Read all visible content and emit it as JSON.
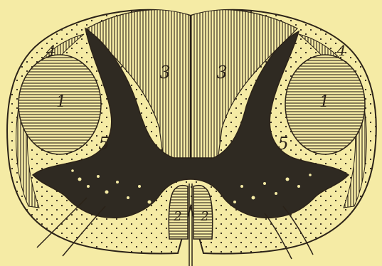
{
  "colors": {
    "paper": "#f5eba5",
    "ink": "#2b2218",
    "grey_matter": "#2f2a22"
  },
  "labels": {
    "lateral_column_left": "1",
    "lateral_column_right": "1",
    "anterior_column_left": "2",
    "anterior_column_right": "2",
    "posterior_column_left": "3",
    "posterior_column_right": "3",
    "cerebellar_tract_left": "4",
    "cerebellar_tract_right": "4",
    "ground_bundle_left": "5",
    "ground_bundle_right": "5"
  }
}
